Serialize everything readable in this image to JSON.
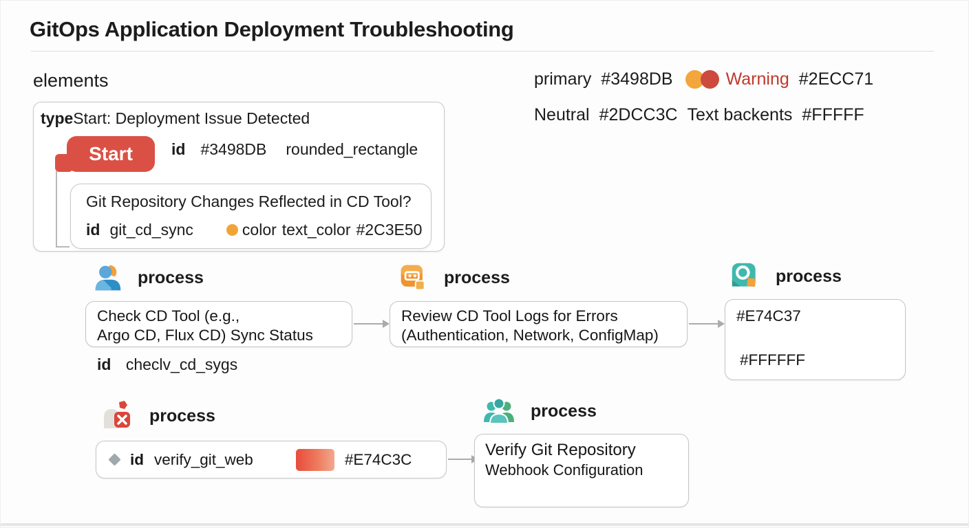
{
  "page": {
    "title": "GitOps Application Deployment Troubleshooting"
  },
  "legend": {
    "primary_label": "primary",
    "primary_hex": "#3498DB",
    "warning_label": "Warning",
    "warning_hex": "#2ECC71",
    "neutral_label": "Neutral",
    "neutral_hex": "#2DCC3C",
    "text_label": "Text backents",
    "text_hex": "#FFFFF",
    "dot_orange": "#F2A63B",
    "dot_red": "#CC4B3E",
    "warning_text_color": "#C0392B"
  },
  "elements_section": {
    "heading": "elements",
    "start_card": {
      "type_label": "type",
      "type_value": "Start: Deployment Issue Detected",
      "button_label": "Start",
      "button_color": "#DB5045",
      "id_label": "id",
      "id_value": "#3498DB",
      "shape_value": "rounded_rectangle",
      "question_card": {
        "question": "Git Repository Changes Reflected in CD Tool?",
        "id_label": "id",
        "id_value": "git_cd_sync",
        "dot_color": "#F0A438",
        "color_label": "color",
        "color_key": "text_color",
        "color_value": "#2C3E50"
      }
    }
  },
  "process_nodes": [
    {
      "label": "process",
      "icon": "person-icon",
      "line1": "Check CD Tool (e.g.,",
      "line2": "Argo CD, Flux CD) Sync Status",
      "id_label": "id",
      "id_value": "checlv_cd_sygs"
    },
    {
      "label": "process",
      "icon": "robot-app-icon",
      "line1": "Review CD Tool Logs for Errors",
      "line2": "(Authentication, Network, ConfigMap)"
    },
    {
      "label": "process",
      "icon": "search-icon",
      "line1": "#E74C37",
      "line2": "#FFFFFF"
    },
    {
      "label": "process",
      "icon": "error-bag-icon",
      "id_label": "id",
      "id_value": "verify_git_web",
      "swatch_hex": "#E74C3C",
      "swatch_color": "#E74C3C"
    },
    {
      "label": "process",
      "icon": "team-icon",
      "line1": "Verify Git Repository",
      "line2": "Webhook Configuration"
    }
  ]
}
